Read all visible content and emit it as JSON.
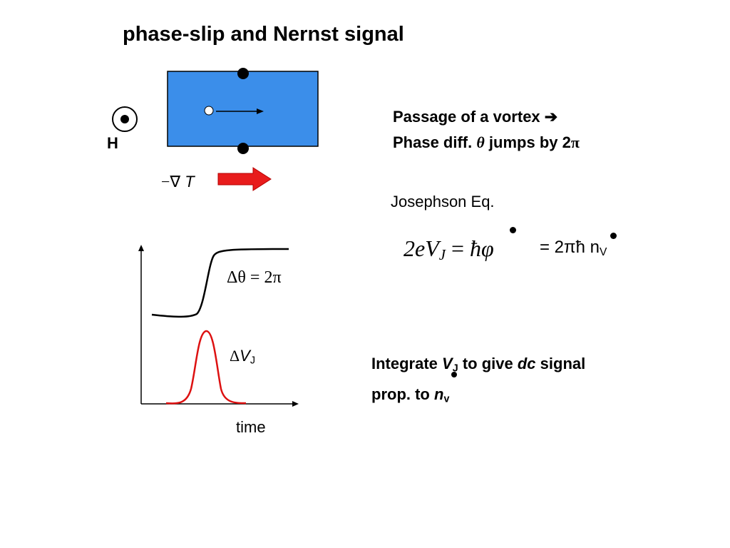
{
  "title": "phase-slip and Nernst signal",
  "field_label": "H",
  "gradient_label": {
    "minus": "−",
    "nabla": "∇",
    "T": "T"
  },
  "passage": {
    "line1": "Passage of a vortex",
    "arrow": "➔",
    "line2_a": "Phase diff.",
    "theta": "θ",
    "line2_b": "jumps by 2",
    "pi": "π"
  },
  "josephson": {
    "label": "Josephson Eq.",
    "lhs_2e": "2e",
    "lhs_V": "V",
    "lhs_sub": "J",
    "equals": "=",
    "hbar": "ħ",
    "phi": "φ",
    "rhs": "= 2πħ n",
    "rhs_sub": "V"
  },
  "integrate": {
    "w1": "Integrate",
    "V": "V",
    "V_sub": "J",
    "w2": "to give",
    "dc": "dc",
    "w3": "signal",
    "line2": "prop. to",
    "n": "n",
    "n_sub": "v"
  },
  "plot": {
    "delta_theta": "Δθ = 2π",
    "delta_v": "Δ",
    "delta_v_V": "V",
    "delta_v_sub": "J",
    "xlabel": "time"
  },
  "colors": {
    "sample": "#3b8eea",
    "heat_arrow": "#e81c1c",
    "pulse": "#dd1111"
  }
}
